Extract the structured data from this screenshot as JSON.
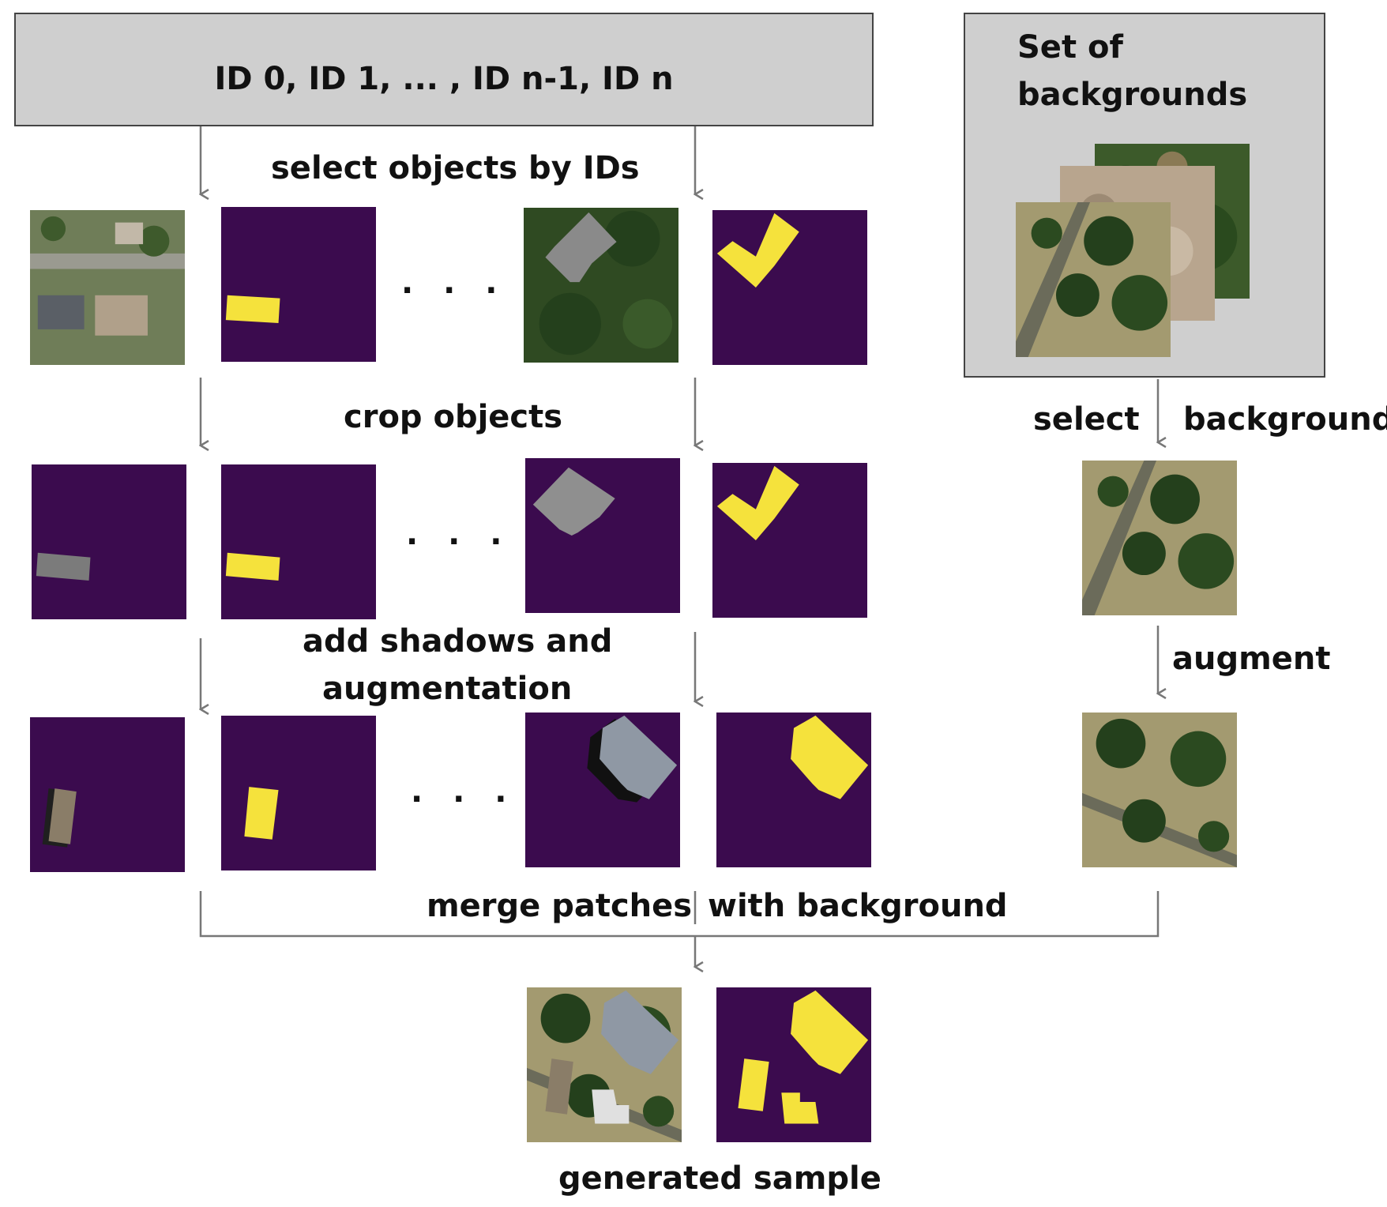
{
  "id_box": {
    "text": "ID 0, ID 1, ... , ID n-1, ID n"
  },
  "backgrounds_box": {
    "title_line1": "Set of",
    "title_line2": "backgrounds"
  },
  "steps": {
    "select_objects": "select objects by IDs",
    "crop_objects": "crop objects",
    "shadows_line1": "add shadows and",
    "shadows_line2": "augmentation",
    "merge_left": "merge patches",
    "merge_right": "with background",
    "select_bg_left": "select",
    "select_bg_right": "background",
    "augment": "augment",
    "generated": "generated sample"
  },
  "ellipsis": ". . .",
  "colors": {
    "mask_background": "#3b0b4e",
    "mask_object": "#f5e23c",
    "box_fill": "#cfcfcf",
    "arrow": "#777777"
  }
}
